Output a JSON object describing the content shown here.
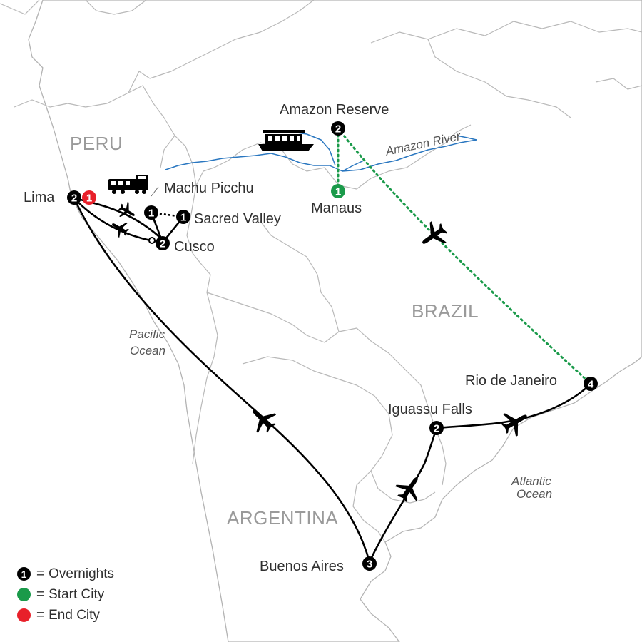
{
  "colors": {
    "overnights": "#000000",
    "start_city": "#1a9a4a",
    "end_city": "#e8202a",
    "river": "#2a77c0",
    "border": "#b9b9b9",
    "route": "#000000"
  },
  "countries": [
    "PERU",
    "BRAZIL",
    "ARGENTINA"
  ],
  "oceans": [
    {
      "line1": "Pacific",
      "line2": "Ocean"
    },
    {
      "line1": "Atlantic",
      "line2": "Ocean"
    }
  ],
  "river_label": "Amazon River",
  "cities": [
    {
      "name": "Lima",
      "overnights": "2",
      "end_overnights": "1"
    },
    {
      "name": "Machu Picchu",
      "overnights": "1"
    },
    {
      "name": "Sacred Valley",
      "overnights": "1"
    },
    {
      "name": "Cusco",
      "overnights": "2"
    },
    {
      "name": "Amazon Reserve",
      "overnights": "2"
    },
    {
      "name": "Manaus",
      "start_overnights": "1"
    },
    {
      "name": "Rio de Janeiro",
      "overnights": "4"
    },
    {
      "name": "Iguassu Falls",
      "overnights": "2"
    },
    {
      "name": "Buenos Aires",
      "overnights": "3"
    }
  ],
  "legend": [
    {
      "symbol": "1",
      "label": "Overnights",
      "type": "overnights"
    },
    {
      "symbol": "",
      "label": "Start City",
      "type": "start"
    },
    {
      "symbol": "",
      "label": "End City",
      "type": "end"
    }
  ],
  "legend_eq": "=",
  "icons": [
    "train-icon",
    "boat-icon",
    "plane-icon"
  ]
}
